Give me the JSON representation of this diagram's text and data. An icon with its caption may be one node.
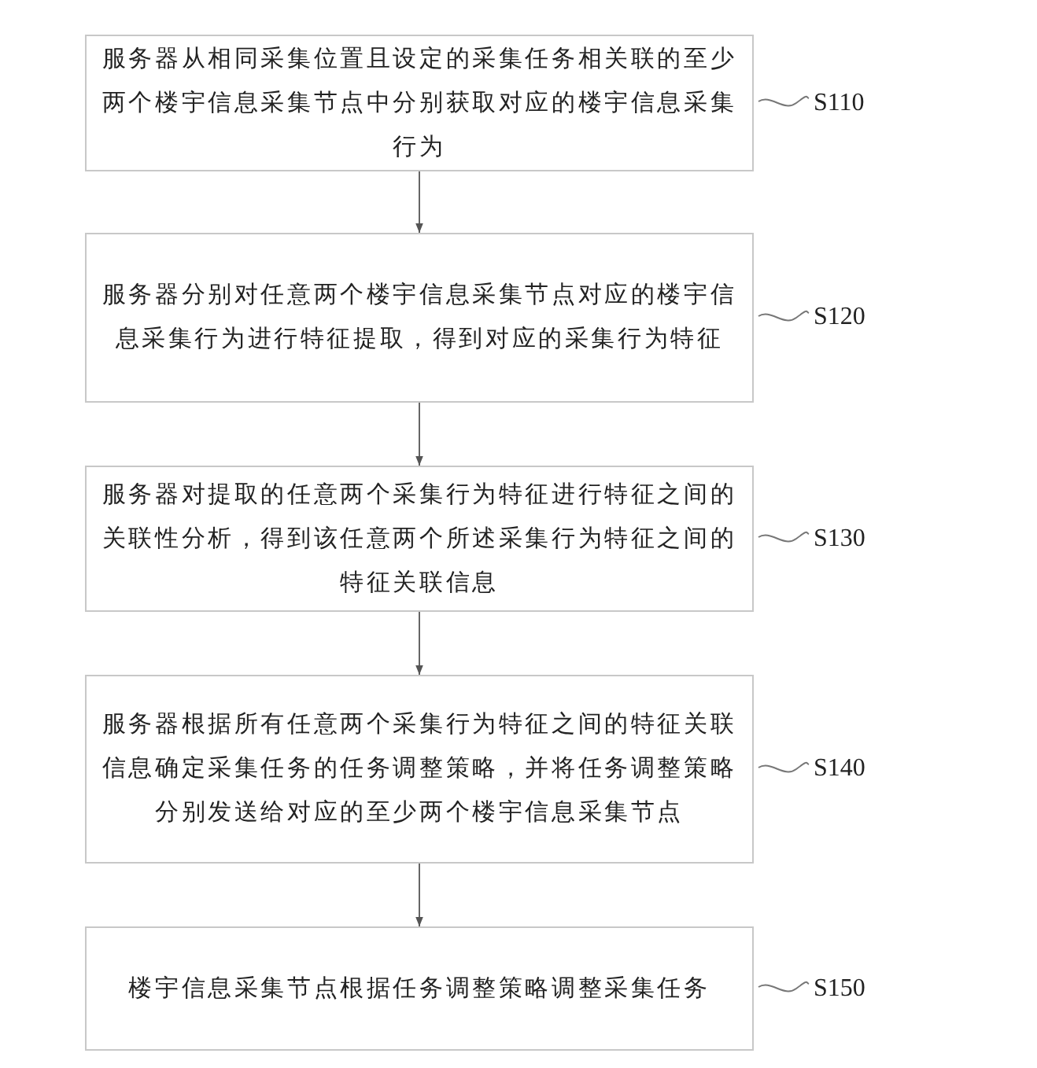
{
  "diagram": {
    "nodes": [
      {
        "text": [
          "服务器从相同采集位置且设定的采集任务相关联的至少两个楼宇信息采集节点中分别获取对应的楼宇信息采集行为"
        ],
        "beside": [
          "S110"
        ]
      },
      {
        "text": [
          "服务器分别对任意两个楼宇信息采集节点对应的楼宇信息采集行为进行特征提取，得到对应的采集行为特征"
        ],
        "beside": [
          "S120"
        ]
      },
      {
        "text": [
          "服务器对提取的任意两个采集行为特征进行特征之间的关联性分析，得到该任意两个所述采集行为特征之间的特征关联信息"
        ],
        "beside": [
          "S130"
        ]
      },
      {
        "text": [
          "服务器根据所有任意两个采集行为特征之间的特征关联信息确定采集任务的任务调整策略，并将任务调整策略分别发送给对应的至少两个楼宇信息采集节点"
        ],
        "beside": [
          "S140"
        ]
      },
      {
        "text": [
          "楼宇信息采集节点根据任务调整策略调整采集任务"
        ],
        "beside": [
          "S150"
        ]
      }
    ],
    "edges": [
      {
        "from": 0,
        "to": 1,
        "arrow": "to"
      },
      {
        "from": 1,
        "to": 2,
        "arrow": "to"
      },
      {
        "from": 2,
        "to": 3,
        "arrow": "to"
      },
      {
        "from": 3,
        "to": 4,
        "arrow": "to"
      }
    ]
  }
}
